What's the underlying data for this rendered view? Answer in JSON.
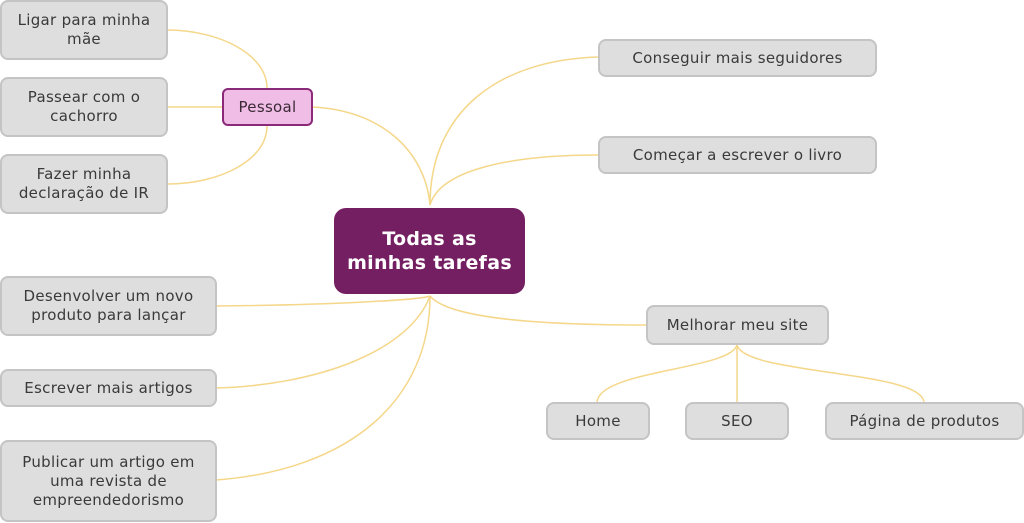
{
  "mindmap": {
    "central": "Todas as\nminhas tarefas",
    "pessoal": {
      "label": "Pessoal",
      "items": [
        "Ligar para minha\nmãe",
        "Passear com o\ncachorro",
        "Fazer minha\ndeclaração de IR"
      ]
    },
    "right_items": [
      "Conseguir mais seguidores",
      "Começar a escrever o livro"
    ],
    "left_items": [
      "Desenvolver um novo\nproduto para lançar",
      "Escrever mais artigos",
      "Publicar um artigo em\numa revista de\nempreendedorismo"
    ],
    "site": {
      "label": "Melhorar meu site",
      "items": [
        "Home",
        "SEO",
        "Página de produtos"
      ]
    }
  },
  "colors": {
    "central_bg": "#741f61",
    "category_bg": "#f0bde6",
    "category_border": "#8a2a79",
    "node_bg": "#dedede",
    "connector": "#f5d78a"
  }
}
